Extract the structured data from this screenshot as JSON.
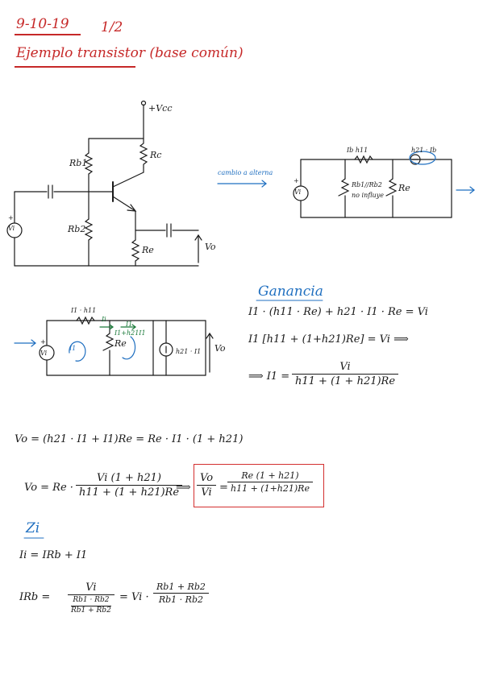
{
  "header": {
    "date": "9-10-19",
    "page_count": "1/2",
    "title": "Ejemplo transistor (base común)"
  },
  "circuit1": {
    "supply": "+Vcc",
    "rb1": "Rb1",
    "rc": "Rc",
    "rb2": "Rb2",
    "re": "Re",
    "source": "Vi",
    "source_sign": "+",
    "output": "Vo"
  },
  "ac_section": {
    "label": "cambio a alterna",
    "h11": "Ib h11",
    "h21": "h21 · Ib",
    "rb_parallel": "Rb1//Rb2",
    "rb_note": "no influye",
    "re": "Re",
    "source": "Vi",
    "source_sign": "+"
  },
  "circuit3": {
    "h11": "I1 · h11",
    "i1_loop": "I1",
    "ii": "Ii",
    "i1_small": "I1",
    "i_re": "I1+h21I1",
    "re": "Re",
    "dep_source": "h21 · I1",
    "output": "Vo",
    "source": "Vi",
    "source_sign": "+"
  },
  "ganancia": {
    "title": "Ganancia",
    "eq1": "I1 · (h11 · Re) + h21 · I1 · Re = Vi",
    "eq2": "I1 [h11 + (1+h21)Re] = Vi ⟹",
    "eq3_lhs": "⟹ I1 =",
    "eq3_num": "Vi",
    "eq3_den": "h11 + (1 + h21)Re"
  },
  "vo": {
    "eq1": "Vo = (h21 · I1 + I1)Re = Re · I1 · (1 + h21)",
    "eq2_lhs": "Vo = Re ·",
    "eq2_num": "Vi (1 + h21)",
    "eq2_den": "h11 + (1 + h21)Re",
    "eq2_arrow": "⟹",
    "gain_num": "Vo",
    "gain_den": "Vi",
    "gain_eq": "=",
    "gain_rnum": "Re (1 + h21)",
    "gain_rden": "h11 + (1+h21)Re"
  },
  "zi": {
    "title": "Zi",
    "eq1": "Ii = IRb + I1",
    "eq2_lhs": "IRb =",
    "eq2_num": "Vi",
    "eq2_den_top": "Rb1 · Rb2",
    "eq2_den_bot": "Rb1 + Rb2",
    "eq2_mid": "= Vi ·",
    "eq2_rnum": "Rb1 + Rb2",
    "eq2_rden": "Rb1 · Rb2"
  }
}
